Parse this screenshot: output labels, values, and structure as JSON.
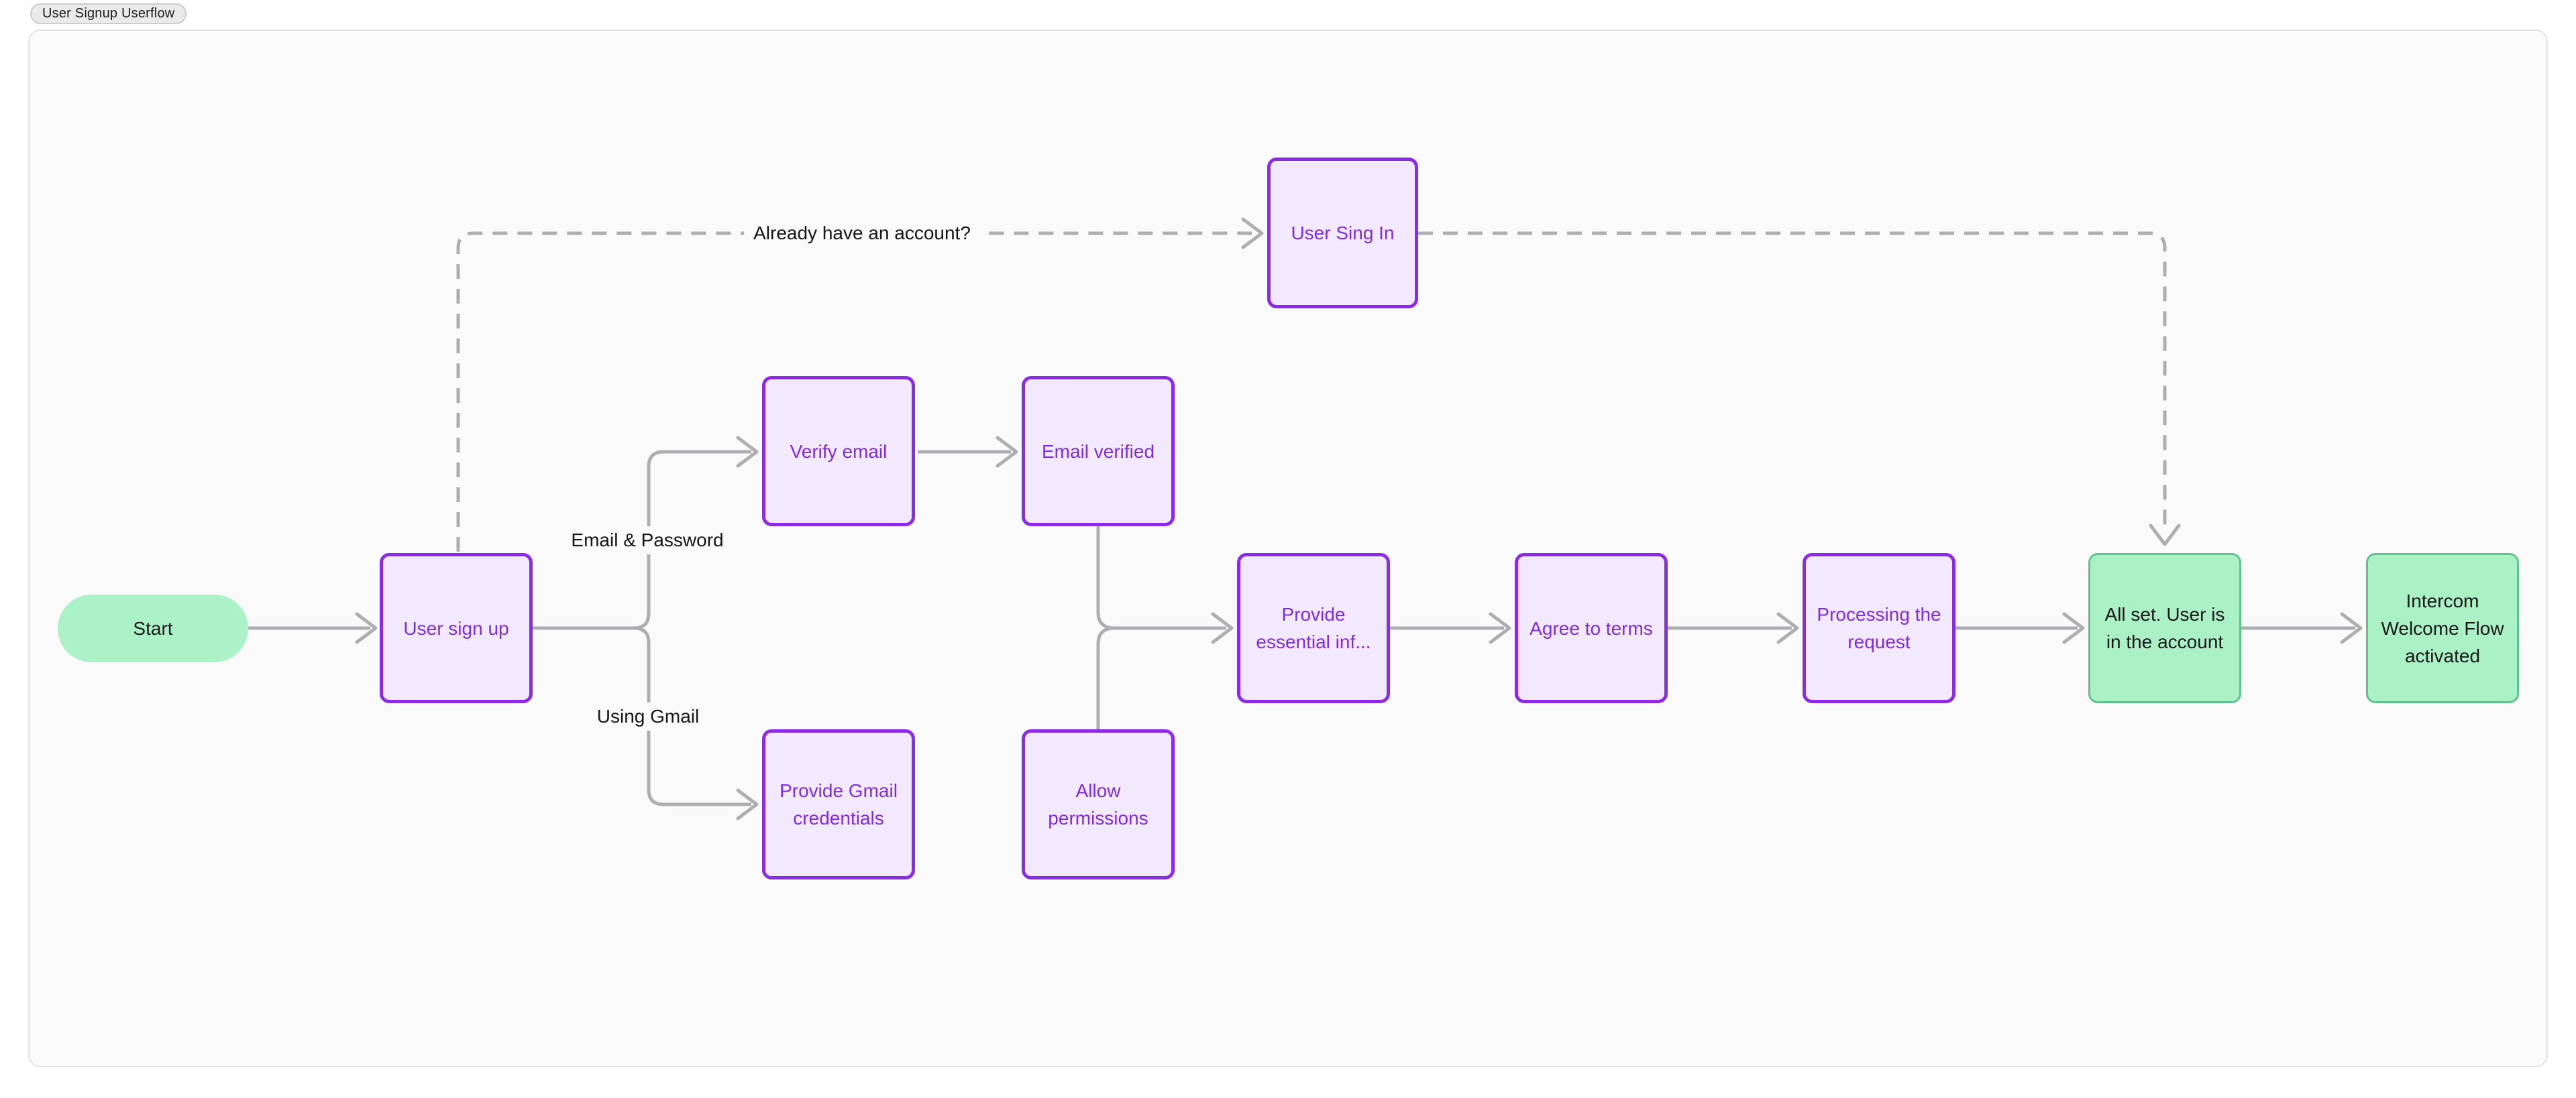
{
  "tab": {
    "label": "User Signup Userflow"
  },
  "diagram": {
    "type": "flowchart",
    "nodes": [
      {
        "id": "start",
        "label": "Start",
        "shape": "pill",
        "color": "green"
      },
      {
        "id": "user-sign-up",
        "label": "User sign up",
        "shape": "rectangle",
        "color": "purple"
      },
      {
        "id": "verify-email",
        "label": "Verify email",
        "shape": "rectangle",
        "color": "purple"
      },
      {
        "id": "email-verified",
        "label": "Email verified",
        "shape": "rectangle",
        "color": "purple"
      },
      {
        "id": "provide-gmail-credentials",
        "label": "Provide Gmail credentials",
        "shape": "rectangle",
        "color": "purple"
      },
      {
        "id": "allow-permissions",
        "label": "Allow permissions",
        "shape": "rectangle",
        "color": "purple"
      },
      {
        "id": "provide-essential-info",
        "label": "Provide essential inf...",
        "shape": "rectangle",
        "color": "purple"
      },
      {
        "id": "agree-to-terms",
        "label": "Agree to terms",
        "shape": "rectangle",
        "color": "purple"
      },
      {
        "id": "processing-the-request",
        "label": "Processing the request",
        "shape": "rectangle",
        "color": "purple"
      },
      {
        "id": "all-set",
        "label": "All set. User is in the account",
        "shape": "rectangle",
        "color": "green"
      },
      {
        "id": "intercom-welcome",
        "label": "Intercom Welcome Flow activated",
        "shape": "rectangle",
        "color": "green"
      },
      {
        "id": "user-sing-in",
        "label": "User Sing In",
        "shape": "rectangle",
        "color": "purple"
      }
    ],
    "edge_labels": [
      {
        "id": "email-password",
        "text": "Email & Password"
      },
      {
        "id": "using-gmail",
        "text": "Using Gmail"
      },
      {
        "id": "already-have-account",
        "text": "Already have an account?"
      }
    ],
    "edges": [
      {
        "from": "start",
        "to": "user-sign-up",
        "style": "solid"
      },
      {
        "from": "user-sign-up",
        "to": "verify-email",
        "style": "solid",
        "label": "Email & Password"
      },
      {
        "from": "user-sign-up",
        "to": "provide-gmail-credentials",
        "style": "solid",
        "label": "Using Gmail"
      },
      {
        "from": "verify-email",
        "to": "email-verified",
        "style": "solid"
      },
      {
        "from": "provide-gmail-credentials",
        "to": "allow-permissions",
        "style": "solid"
      },
      {
        "from": "email-verified",
        "to": "provide-essential-info",
        "style": "solid"
      },
      {
        "from": "allow-permissions",
        "to": "provide-essential-info",
        "style": "solid"
      },
      {
        "from": "provide-essential-info",
        "to": "agree-to-terms",
        "style": "solid"
      },
      {
        "from": "agree-to-terms",
        "to": "processing-the-request",
        "style": "solid"
      },
      {
        "from": "processing-the-request",
        "to": "all-set",
        "style": "solid"
      },
      {
        "from": "all-set",
        "to": "intercom-welcome",
        "style": "solid"
      },
      {
        "from": "user-sign-up",
        "to": "user-sing-in",
        "style": "dashed",
        "label": "Already have an account?"
      },
      {
        "from": "user-sing-in",
        "to": "all-set",
        "style": "dashed"
      }
    ],
    "colors": {
      "purple_border": "#8b2be5",
      "purple_fill": "#f3e9fc",
      "purple_text": "#7d2ce0",
      "green_fill": "#abf1c6",
      "green_border": "#62c28d",
      "pill_fill": "#abf2c8",
      "connector": "#aeaeb1",
      "canvas_bg": "#fafafa",
      "canvas_border": "#e4e4e4",
      "label_text": "#151515"
    }
  }
}
